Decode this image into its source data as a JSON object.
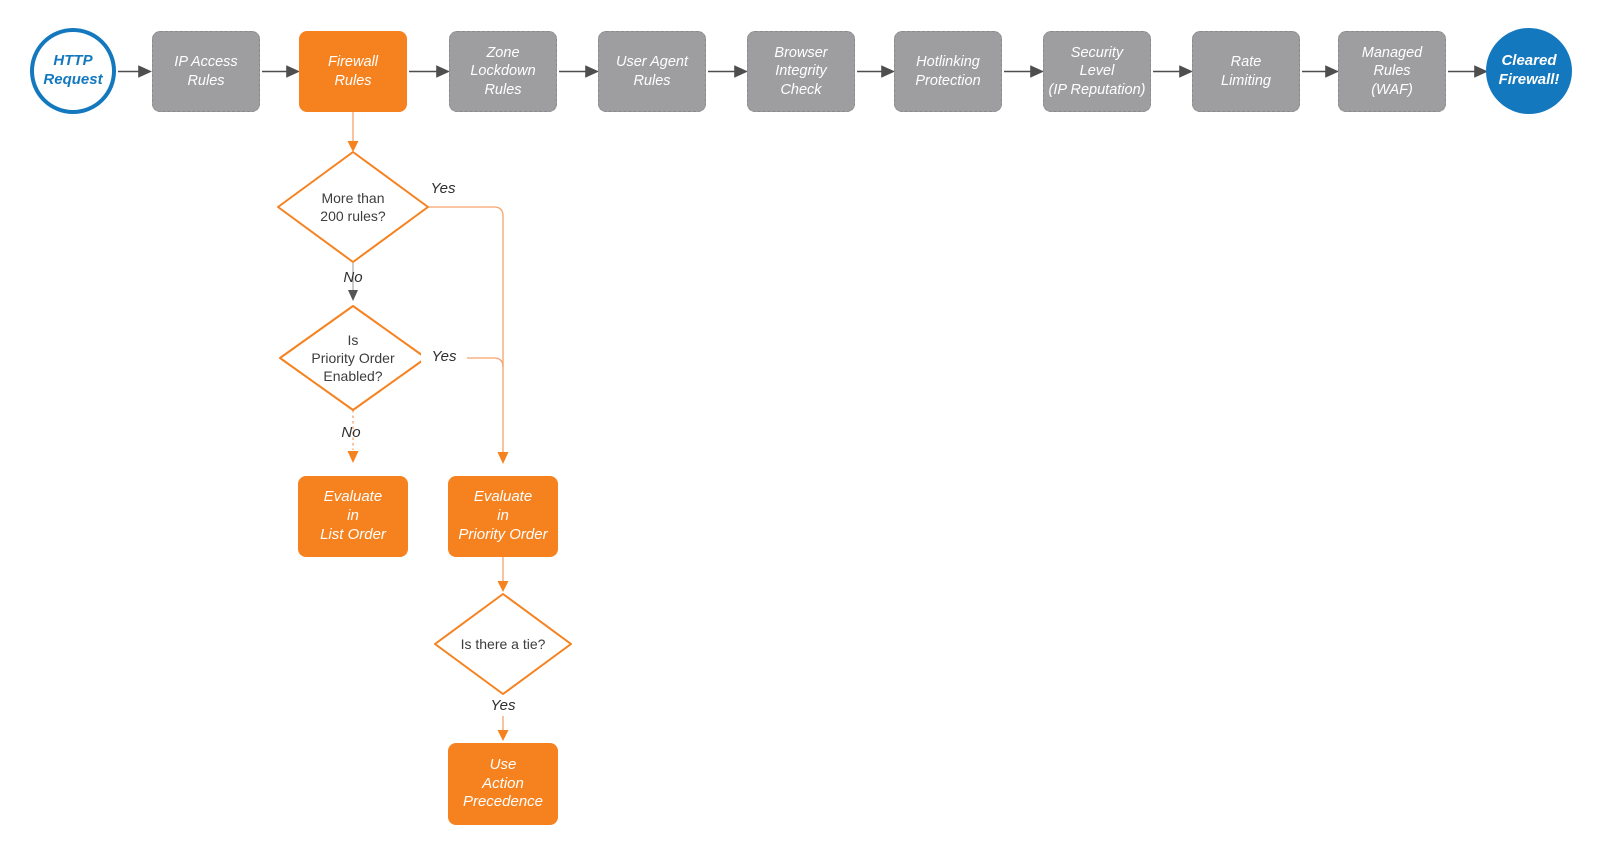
{
  "flow": {
    "start": {
      "label": "HTTP\nRequest"
    },
    "end": {
      "label": "Cleared\nFirewall!"
    },
    "stages": [
      {
        "label": "IP Access\nRules"
      },
      {
        "label": "Firewall\nRules"
      },
      {
        "label": "Zone\nLockdown\nRules"
      },
      {
        "label": "User Agent\nRules"
      },
      {
        "label": "Browser\nIntegrity\nCheck"
      },
      {
        "label": "Hotlinking\nProtection"
      },
      {
        "label": "Security\nLevel\n(IP Reputation)"
      },
      {
        "label": "Rate\nLimiting"
      },
      {
        "label": "Managed\nRules\n(WAF)"
      }
    ]
  },
  "subflow": {
    "decision_rule_count": {
      "question": "More than\n200 rules?",
      "yes_label": "Yes",
      "no_label": "No"
    },
    "decision_priority_enabled": {
      "question": "Is\nPriority Order\nEnabled?",
      "yes_label": "Yes",
      "no_label": "No"
    },
    "decision_tie": {
      "question": "Is there a tie?",
      "yes_label": "Yes"
    },
    "evaluate_list": {
      "label": "Evaluate\nin\nList Order"
    },
    "evaluate_priority": {
      "label": "Evaluate\nin\nPriority Order"
    },
    "action_precedence": {
      "label": "Use\nAction\nPrecedence"
    }
  },
  "colors": {
    "accent_orange": "#f6821f",
    "connector_orange": "#f5a26b",
    "stage_gray": "#9e9ea0",
    "brand_blue": "#1478be",
    "arrow_dark": "#4e4e4e"
  }
}
